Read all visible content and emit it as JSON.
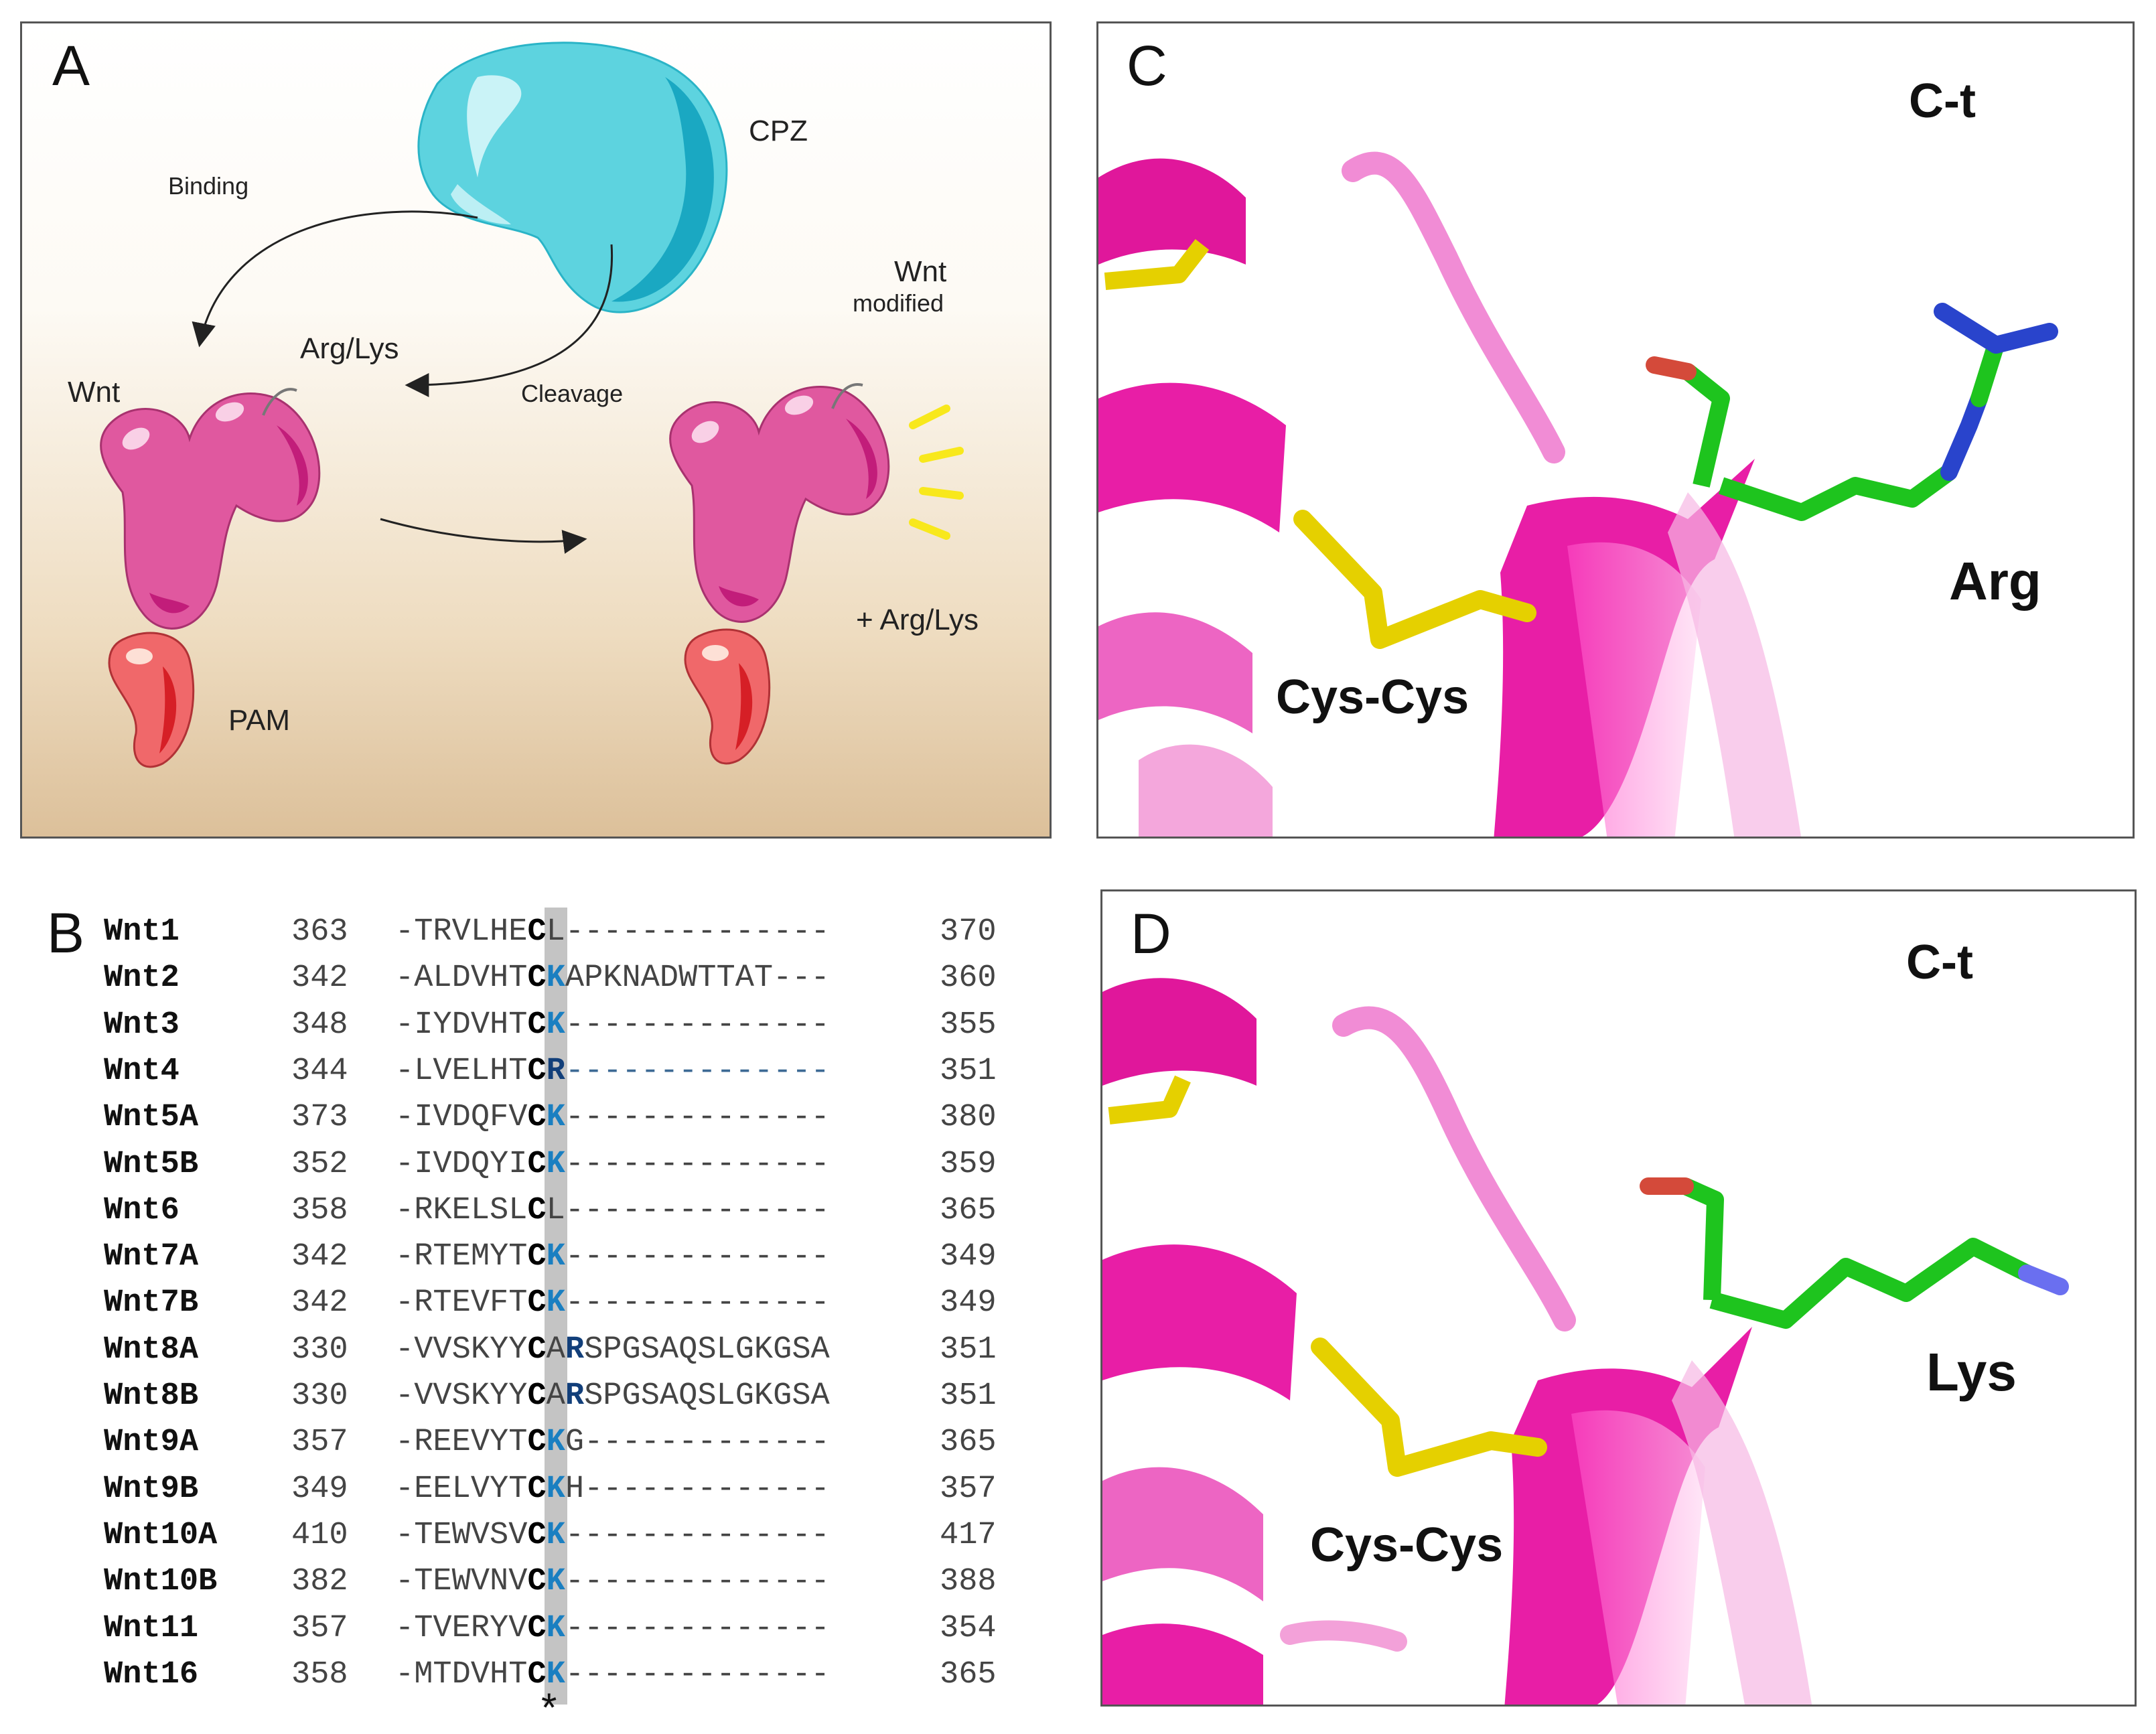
{
  "panelA": {
    "letter": "A",
    "labels": {
      "cpz": "CPZ",
      "binding": "Binding",
      "cleavage": "Cleavage",
      "arg_lys": "Arg/Lys",
      "wnt": "Wnt",
      "wnt_modified_1": "Wnt",
      "wnt_modified_2": "modified",
      "pam": "PAM",
      "plus_arg_lys": "+ Arg/Lys"
    },
    "colors": {
      "cpz": "#5dd3df",
      "wnt": "#e0589f",
      "pam": "#f0686a",
      "spark": "#f8e81c"
    }
  },
  "panelB": {
    "letter": "B",
    "asterisk": "*",
    "rows": [
      {
        "name": "Wnt1",
        "start": "363",
        "pre": "-TRVLHE",
        "c": "C",
        "post": "L--------------",
        "end": "370",
        "kind": "none"
      },
      {
        "name": "Wnt2",
        "start": "342",
        "pre": "-ALDVHT",
        "c": "C",
        "res": "K",
        "post": "APKNADWTTAT---",
        "end": "360",
        "kind": "k"
      },
      {
        "name": "Wnt3",
        "start": "348",
        "pre": "-IYDVHT",
        "c": "C",
        "res": "K",
        "post": "--------------",
        "end": "355",
        "kind": "k"
      },
      {
        "name": "Wnt4",
        "start": "344",
        "pre": "-LVELHT",
        "c": "C",
        "res": "R",
        "post": "--------------",
        "end": "351",
        "kind": "r4"
      },
      {
        "name": "Wnt5A",
        "start": "373",
        "pre": "-IVDQFV",
        "c": "C",
        "res": "K",
        "post": "--------------",
        "end": "380",
        "kind": "k"
      },
      {
        "name": "Wnt5B",
        "start": "352",
        "pre": "-IVDQYI",
        "c": "C",
        "res": "K",
        "post": "--------------",
        "end": "359",
        "kind": "k"
      },
      {
        "name": "Wnt6",
        "start": "358",
        "pre": "-RKELSL",
        "c": "C",
        "post": "L--------------",
        "end": "365",
        "kind": "none"
      },
      {
        "name": "Wnt7A",
        "start": "342",
        "pre": "-RTEMYT",
        "c": "C",
        "res": "K",
        "post": "--------------",
        "end": "349",
        "kind": "k"
      },
      {
        "name": "Wnt7B",
        "start": "342",
        "pre": "-RTEVFT",
        "c": "C",
        "res": "K",
        "post": "--------------",
        "end": "349",
        "kind": "k"
      },
      {
        "name": "Wnt8A",
        "start": "330",
        "pre": "-VVSKYY",
        "c": "C",
        "mid": "A",
        "res": "R",
        "post": "SPGSAQSLGKGSA",
        "end": "351",
        "kind": "r8"
      },
      {
        "name": "Wnt8B",
        "start": "330",
        "pre": "-VVSKYY",
        "c": "C",
        "mid": "A",
        "res": "R",
        "post": "SPGSAQSLGKGSA",
        "end": "351",
        "kind": "r8"
      },
      {
        "name": "Wnt9A",
        "start": "357",
        "pre": "-REEVYT",
        "c": "C",
        "res": "K",
        "post": "G-------------",
        "end": "365",
        "kind": "k"
      },
      {
        "name": "Wnt9B",
        "start": "349",
        "pre": "-EELVYT",
        "c": "C",
        "res": "K",
        "post": "H-------------",
        "end": "357",
        "kind": "k"
      },
      {
        "name": "Wnt10A",
        "start": "410",
        "pre": "-TEWVSV",
        "c": "C",
        "res": "K",
        "post": "--------------",
        "end": "417",
        "kind": "k"
      },
      {
        "name": "Wnt10B",
        "start": "382",
        "pre": "-TEWVNV",
        "c": "C",
        "res": "K",
        "post": "--------------",
        "end": "388",
        "kind": "k"
      },
      {
        "name": "Wnt11",
        "start": "357",
        "pre": "-TVERYV",
        "c": "C",
        "res": "K",
        "post": "--------------",
        "end": "354",
        "kind": "k"
      },
      {
        "name": "Wnt16",
        "start": "358",
        "pre": "-MTDVHT",
        "c": "C",
        "res": "K",
        "post": "--------------",
        "end": "365",
        "kind": "k"
      }
    ]
  },
  "panelC": {
    "letter": "C",
    "terminus": "C-t",
    "disulfide": "Cys-Cys",
    "residue": "Arg"
  },
  "panelD": {
    "letter": "D",
    "terminus": "C-t",
    "disulfide": "Cys-Cys",
    "residue": "Lys"
  }
}
